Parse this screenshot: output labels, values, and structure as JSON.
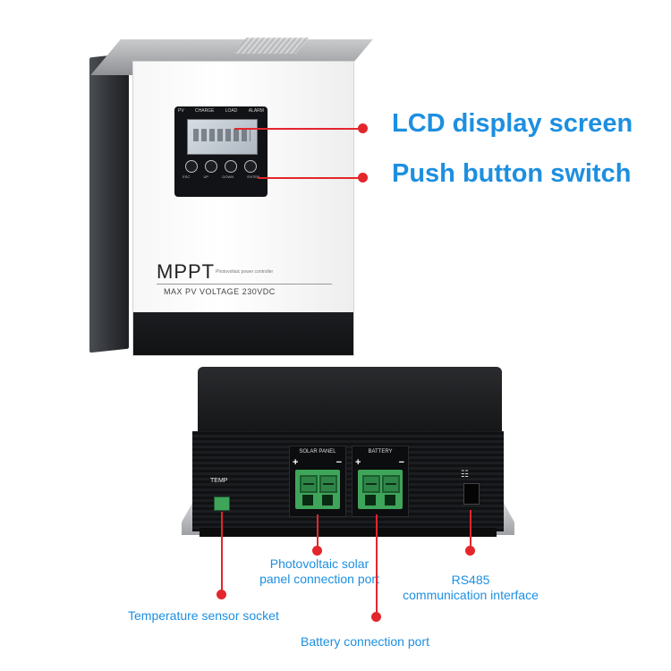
{
  "front_unit": {
    "lcd_indicator_labels": [
      "PV",
      "CHARGE",
      "LOAD",
      "ALARM"
    ],
    "button_captions": [
      "ESC",
      "UP",
      "DOWN",
      "ENTER"
    ],
    "brand": "MPPT",
    "brand_subtitle": "Photovoltaic power controller",
    "voltage_rating": "MAX PV VOLTAGE 230VDC"
  },
  "callouts": {
    "lcd": "LCD display screen",
    "buttons": "Push button switch",
    "pv_port_line1": "Photovoltaic solar",
    "pv_port_line2": "panel connection port",
    "rs485_line1": "RS485",
    "rs485_line2": "communication interface",
    "temp_sensor": "Temperature sensor socket",
    "battery_port": "Battery connection port"
  },
  "bottom_unit": {
    "temp_label": "TEMP",
    "solar_panel_label": "SOLAR PANEL",
    "battery_label": "BATTERY",
    "plus": "+",
    "minus": "−"
  },
  "colors": {
    "callout_text": "#1d8fe0",
    "callout_line": "#e3262c",
    "terminal_green": "#3fa55a"
  }
}
